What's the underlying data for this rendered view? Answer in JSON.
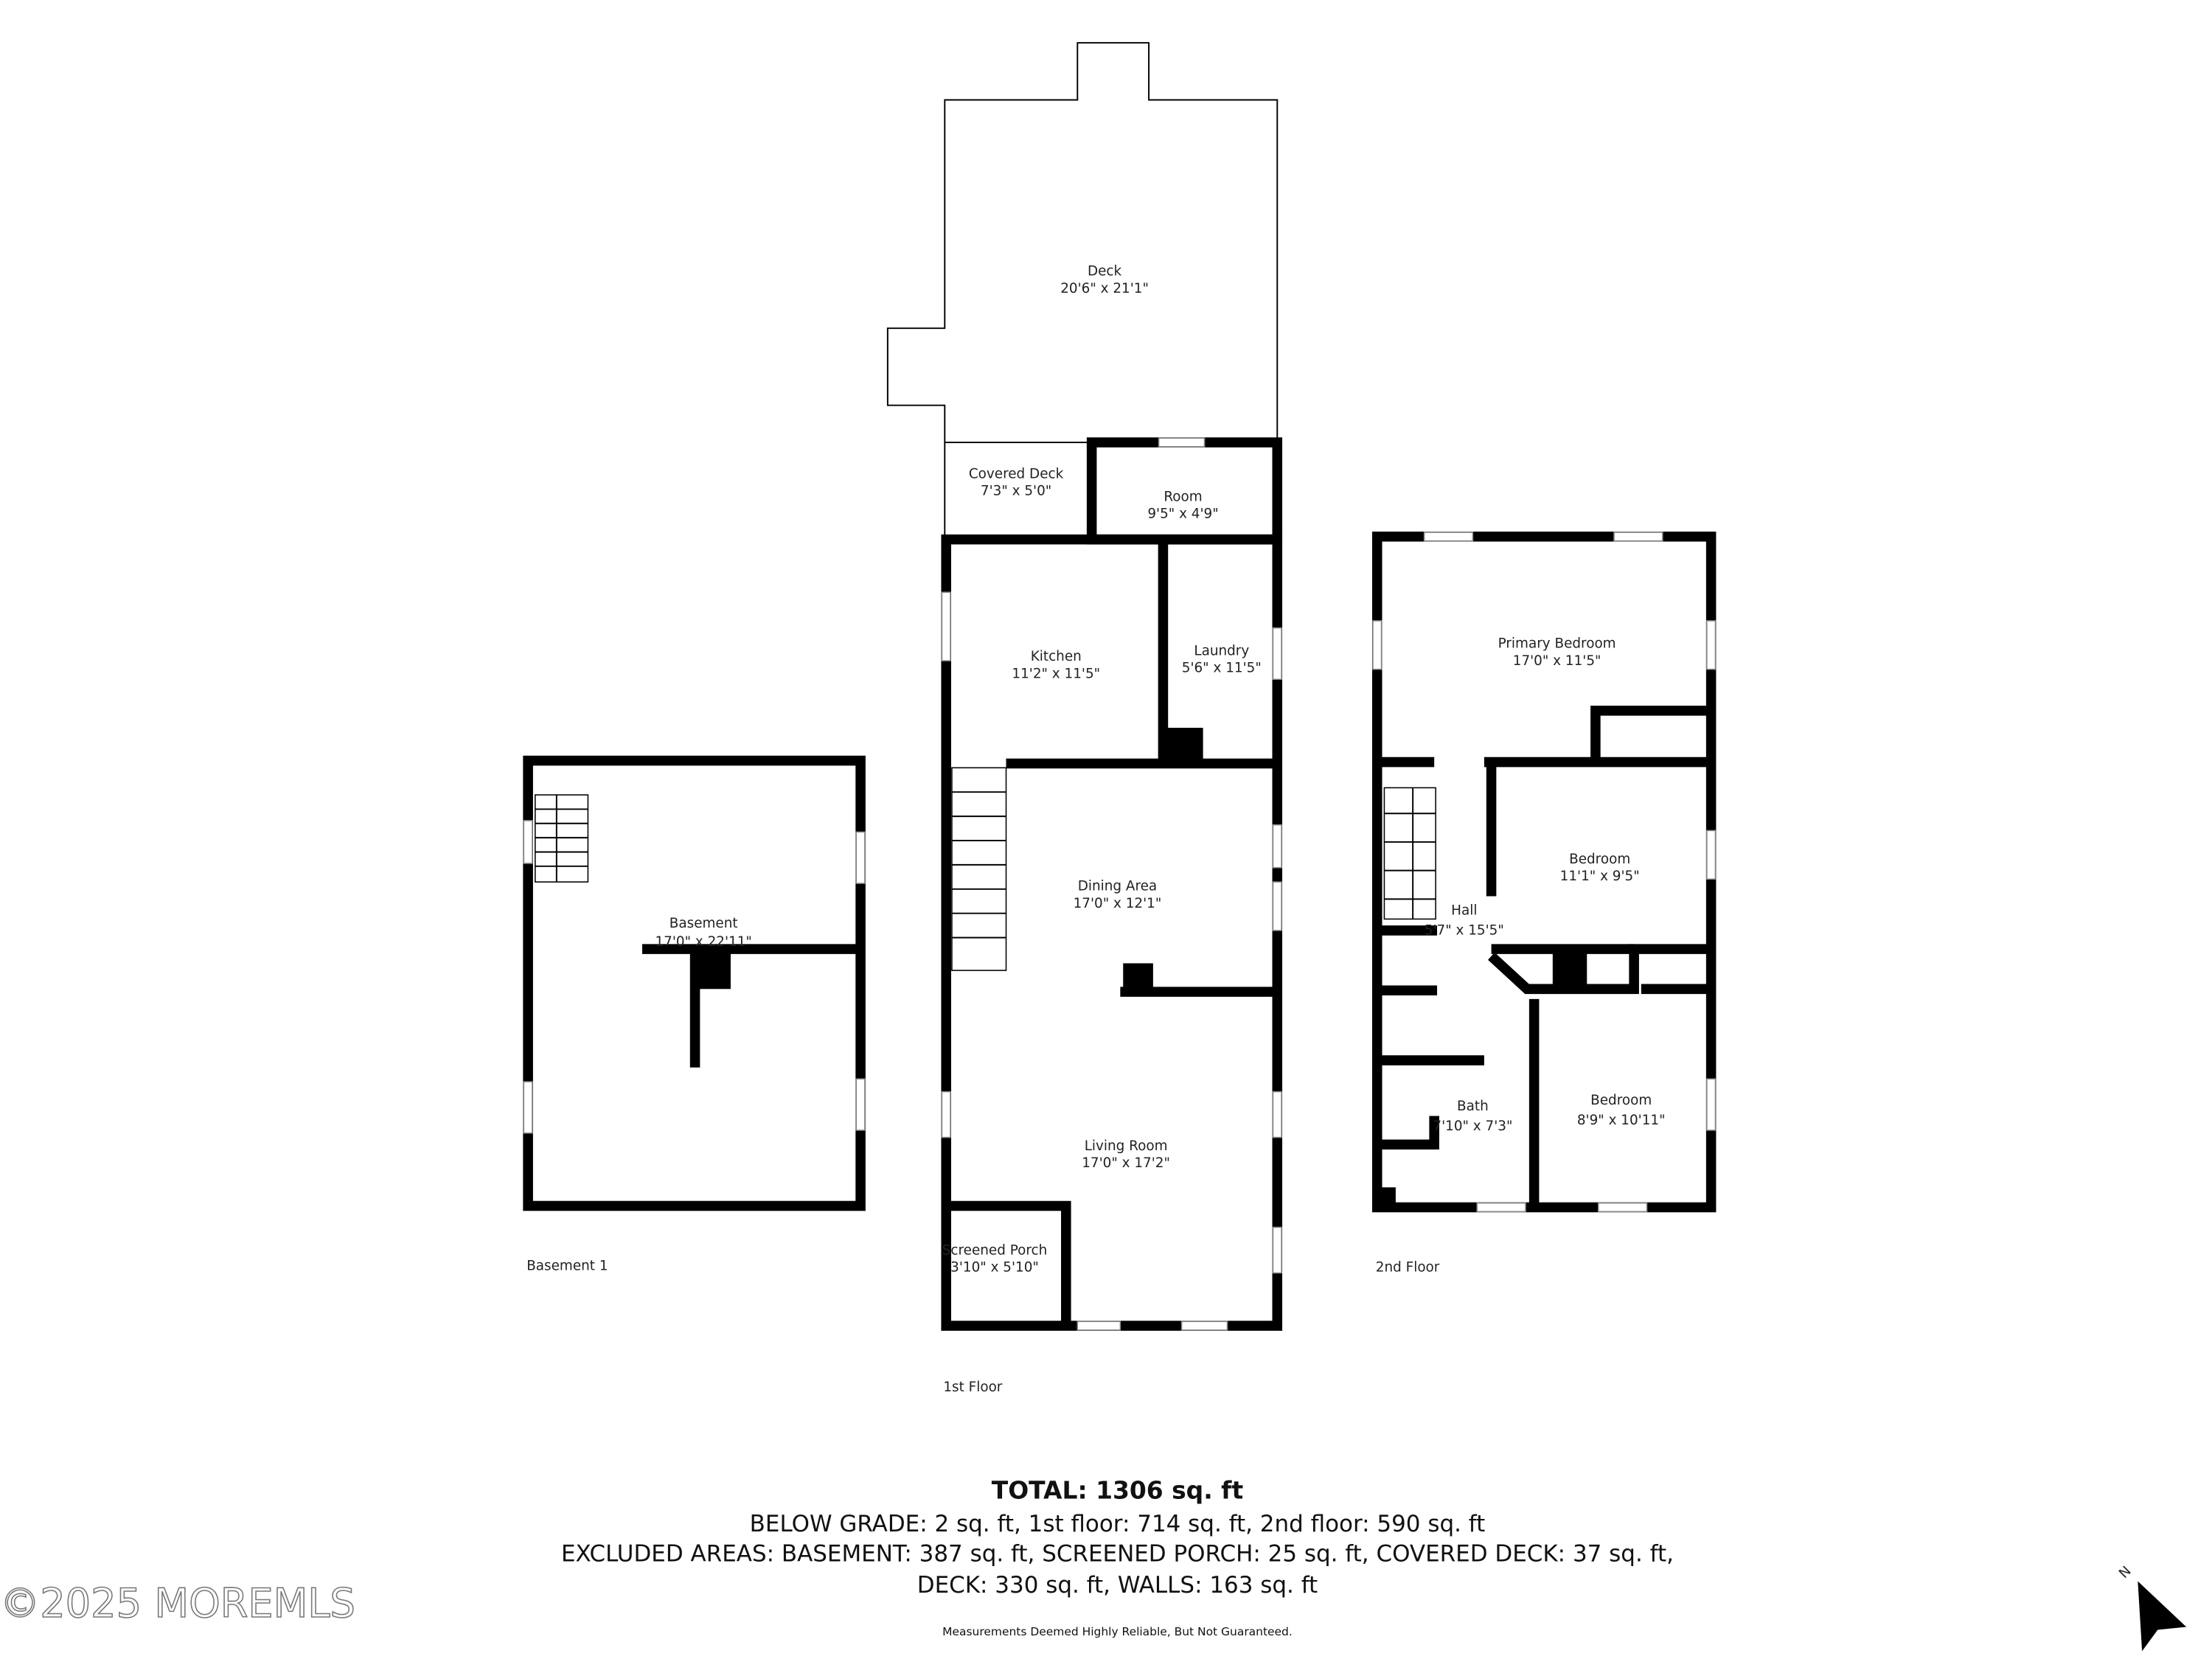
{
  "floors": {
    "basement": {
      "name": "Basement 1",
      "rooms": [
        {
          "name": "Basement",
          "dims": "17'0\" x 22'11\""
        }
      ]
    },
    "first": {
      "name": "1st Floor",
      "rooms": [
        {
          "name": "Deck",
          "dims": "20'6\" x 21'1\""
        },
        {
          "name": "Covered Deck",
          "dims": "7'3\" x 5'0\""
        },
        {
          "name": "Room",
          "dims": "9'5\" x 4'9\""
        },
        {
          "name": "Kitchen",
          "dims": "11'2\" x 11'5\""
        },
        {
          "name": "Laundry",
          "dims": "5'6\" x 11'5\""
        },
        {
          "name": "Dining Area",
          "dims": "17'0\" x 12'1\""
        },
        {
          "name": "Living Room",
          "dims": "17'0\" x 17'2\""
        },
        {
          "name": "Screened Porch",
          "dims": "3'10\" x 5'10\""
        }
      ]
    },
    "second": {
      "name": "2nd Floor",
      "rooms": [
        {
          "name": "Primary Bedroom",
          "dims": "17'0\" x 11'5\""
        },
        {
          "name": "Bedroom",
          "dims": "11'1\" x 9'5\""
        },
        {
          "name": "Hall",
          "dims": "5'7\" x 15'5\""
        },
        {
          "name": "Bath",
          "dims": "7'10\" x 7'3\""
        },
        {
          "name": "Bedroom",
          "dims": "8'9\" x 10'11\""
        }
      ]
    }
  },
  "summary": {
    "total": "TOTAL: 1306 sq. ft",
    "line1": "BELOW GRADE: 2 sq. ft, 1st floor: 714 sq. ft, 2nd floor: 590 sq. ft",
    "line2": "EXCLUDED AREAS: BASEMENT: 387 sq. ft, SCREENED PORCH: 25 sq. ft, COVERED DECK: 37 sq. ft,",
    "line3": "DECK: 330 sq. ft, WALLS: 163 sq. ft",
    "disclaimer": "Measurements Deemed Highly Reliable, But Not Guaranteed."
  },
  "watermark": "©2025 MOREMLS",
  "compass": {
    "label": "N",
    "icon": "north-arrow-icon"
  }
}
